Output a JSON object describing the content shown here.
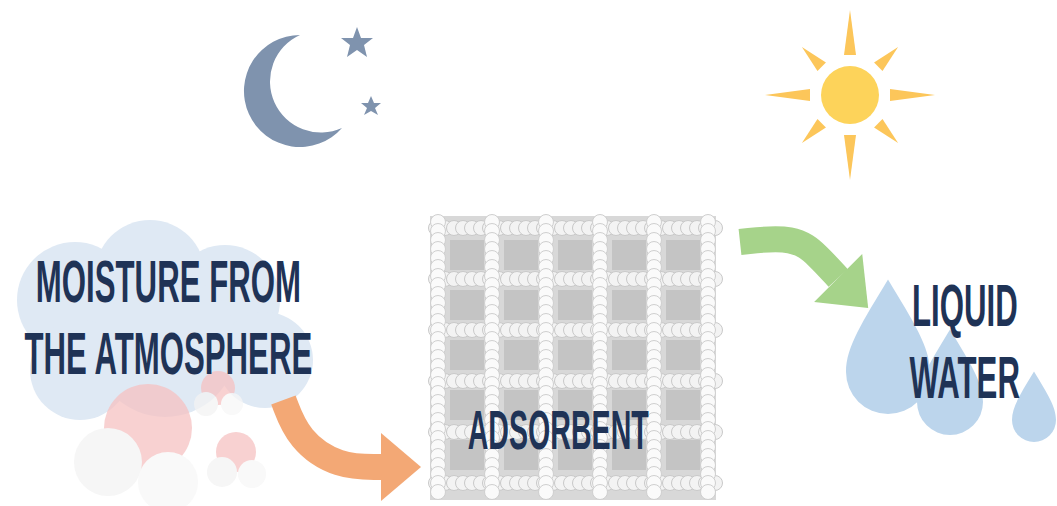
{
  "diagram": {
    "nodes": [
      {
        "text": [
          "MOISTURE FROM THE ATMOSPHERE"
        ]
      },
      {
        "text": [
          "ADSORBENT"
        ]
      },
      {
        "text": [
          "LIQUID WATER"
        ]
      }
    ],
    "edges": [
      {
        "from": 0,
        "to": 1,
        "arrow": "to"
      },
      {
        "from": 1,
        "to": 2,
        "arrow": "to"
      }
    ]
  }
}
